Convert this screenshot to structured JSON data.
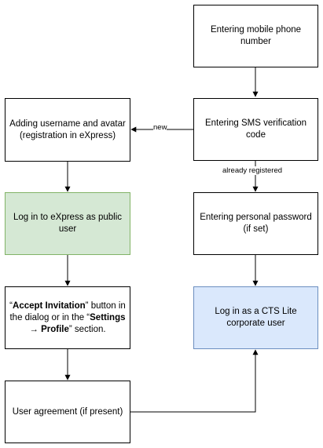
{
  "nodes": {
    "phone": {
      "text": "Entering mobile phone number"
    },
    "sms": {
      "text": "Entering SMS verification code"
    },
    "username": {
      "text": "Adding username and avatar (registration in eXpress)"
    },
    "public_login": {
      "text": "Log in to eXpress as public user"
    },
    "password": {
      "text": "Entering personal password (if set)"
    },
    "corporate_login": {
      "text": "Log in as a CTS Lite corporate user"
    },
    "invitation": {
      "q1": "“",
      "b1": "Accept Invitation",
      "t1": "” button in the dialog or in the “",
      "b2": "Settings → Profile",
      "t2": "” section."
    },
    "agreement": {
      "text": "User agreement (if present)"
    }
  },
  "edges": {
    "new_label": "new",
    "registered_label": "already registered"
  },
  "colors": {
    "green_fill": "#d5e8d4",
    "green_stroke": "#82b366",
    "blue_fill": "#dae8fc",
    "blue_stroke": "#6c8ebf"
  }
}
